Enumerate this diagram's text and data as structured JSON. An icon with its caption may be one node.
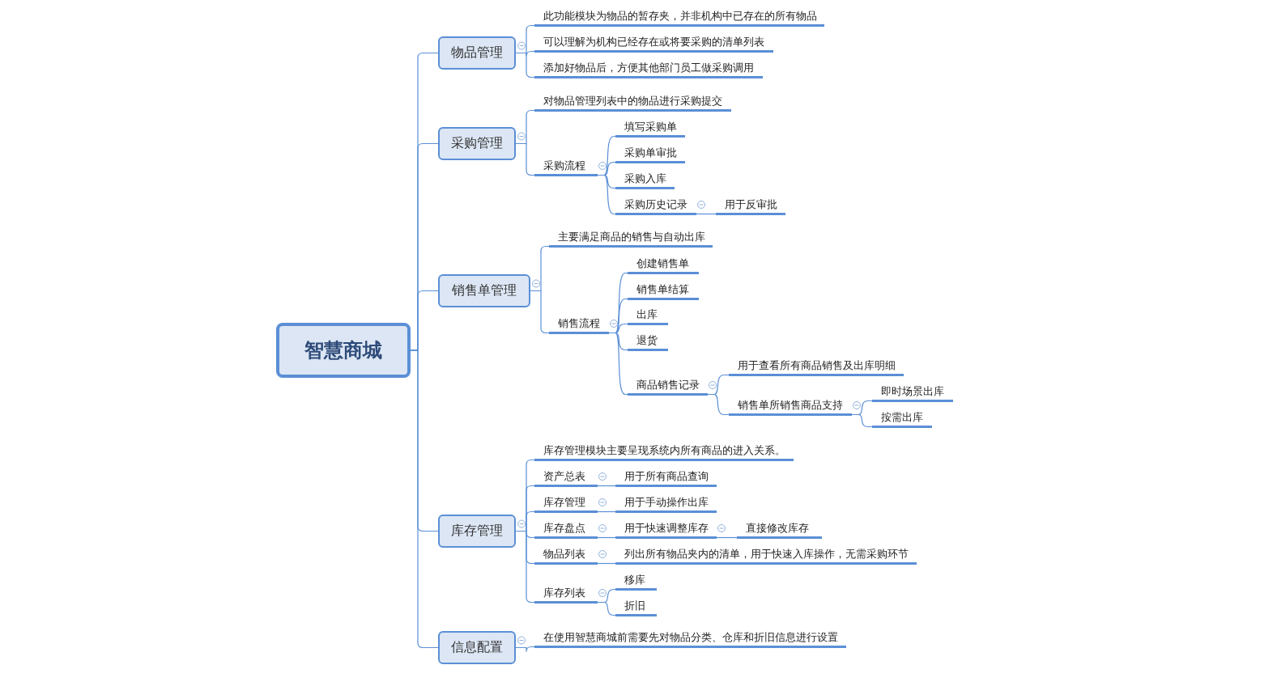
{
  "diagram": {
    "nodes": [
      {
        "text": [
          "智慧商城"
        ]
      },
      {
        "text": [
          "物品管理"
        ]
      },
      {
        "text": [
          "此功能模块为物品的暂存夹，并非机构中已存在的所有物品"
        ]
      },
      {
        "text": [
          "可以理解为机构已经存在或将要采购的清单列表"
        ]
      },
      {
        "text": [
          "添加好物品后，方便其他部门员工做采购调用"
        ]
      },
      {
        "text": [
          "采购管理"
        ]
      },
      {
        "text": [
          "对物品管理列表中的物品进行采购提交"
        ]
      },
      {
        "text": [
          "采购流程"
        ]
      },
      {
        "text": [
          "填写采购单"
        ]
      },
      {
        "text": [
          "采购单审批"
        ]
      },
      {
        "text": [
          "采购入库"
        ]
      },
      {
        "text": [
          "采购历史记录"
        ]
      },
      {
        "text": [
          "用于反审批"
        ]
      },
      {
        "text": [
          "销售单管理"
        ]
      },
      {
        "text": [
          "主要满足商品的销售与自动出库"
        ]
      },
      {
        "text": [
          "销售流程"
        ]
      },
      {
        "text": [
          "创建销售单"
        ]
      },
      {
        "text": [
          "销售单结算"
        ]
      },
      {
        "text": [
          "出库"
        ]
      },
      {
        "text": [
          "退货"
        ]
      },
      {
        "text": [
          "商品销售记录"
        ]
      },
      {
        "text": [
          "用于查看所有商品销售及出库明细"
        ]
      },
      {
        "text": [
          "销售单所销售商品支持"
        ]
      },
      {
        "text": [
          "即时场景出库"
        ]
      },
      {
        "text": [
          "按需出库"
        ]
      },
      {
        "text": [
          "库存管理"
        ]
      },
      {
        "text": [
          "库存管理模块主要呈现系统内所有商品的进入关系。"
        ]
      },
      {
        "text": [
          "资产总表"
        ]
      },
      {
        "text": [
          "用于所有商品查询"
        ]
      },
      {
        "text": [
          "库存管理"
        ]
      },
      {
        "text": [
          "用于手动操作出库"
        ]
      },
      {
        "text": [
          "库存盘点"
        ]
      },
      {
        "text": [
          "用于快速调整库存"
        ]
      },
      {
        "text": [
          "直接修改库存"
        ]
      },
      {
        "text": [
          "物品列表"
        ]
      },
      {
        "text": [
          "列出所有物品夹内的清单，用于快速入库操作，无需采购环节"
        ]
      },
      {
        "text": [
          "库存列表"
        ]
      },
      {
        "text": [
          "移库"
        ]
      },
      {
        "text": [
          "折旧"
        ]
      },
      {
        "text": [
          "信息配置"
        ]
      },
      {
        "text": [
          "在使用智慧商城前需要先对物品分类、仓库和折旧信息进行设置"
        ]
      }
    ],
    "edges": [
      {
        "from": 0,
        "to": 1,
        "arrow": "none"
      },
      {
        "from": 0,
        "to": 5,
        "arrow": "none"
      },
      {
        "from": 0,
        "to": 13,
        "arrow": "none"
      },
      {
        "from": 0,
        "to": 25,
        "arrow": "none"
      },
      {
        "from": 0,
        "to": 39,
        "arrow": "none"
      },
      {
        "from": 1,
        "to": 2,
        "arrow": "none"
      },
      {
        "from": 1,
        "to": 3,
        "arrow": "none"
      },
      {
        "from": 1,
        "to": 4,
        "arrow": "none"
      },
      {
        "from": 5,
        "to": 6,
        "arrow": "none"
      },
      {
        "from": 5,
        "to": 7,
        "arrow": "none"
      },
      {
        "from": 7,
        "to": 8,
        "arrow": "none"
      },
      {
        "from": 7,
        "to": 9,
        "arrow": "none"
      },
      {
        "from": 7,
        "to": 10,
        "arrow": "none"
      },
      {
        "from": 7,
        "to": 11,
        "arrow": "none"
      },
      {
        "from": 11,
        "to": 12,
        "arrow": "none"
      },
      {
        "from": 13,
        "to": 14,
        "arrow": "none"
      },
      {
        "from": 13,
        "to": 15,
        "arrow": "none"
      },
      {
        "from": 15,
        "to": 16,
        "arrow": "none"
      },
      {
        "from": 15,
        "to": 17,
        "arrow": "none"
      },
      {
        "from": 15,
        "to": 18,
        "arrow": "none"
      },
      {
        "from": 15,
        "to": 19,
        "arrow": "none"
      },
      {
        "from": 15,
        "to": 20,
        "arrow": "none"
      },
      {
        "from": 20,
        "to": 21,
        "arrow": "none"
      },
      {
        "from": 20,
        "to": 22,
        "arrow": "none"
      },
      {
        "from": 22,
        "to": 23,
        "arrow": "none"
      },
      {
        "from": 22,
        "to": 24,
        "arrow": "none"
      },
      {
        "from": 25,
        "to": 26,
        "arrow": "none"
      },
      {
        "from": 25,
        "to": 27,
        "arrow": "none"
      },
      {
        "from": 25,
        "to": 29,
        "arrow": "none"
      },
      {
        "from": 25,
        "to": 31,
        "arrow": "none"
      },
      {
        "from": 25,
        "to": 34,
        "arrow": "none"
      },
      {
        "from": 25,
        "to": 36,
        "arrow": "none"
      },
      {
        "from": 27,
        "to": 28,
        "arrow": "none"
      },
      {
        "from": 29,
        "to": 30,
        "arrow": "none"
      },
      {
        "from": 31,
        "to": 32,
        "arrow": "none"
      },
      {
        "from": 32,
        "to": 33,
        "arrow": "none"
      },
      {
        "from": 34,
        "to": 35,
        "arrow": "none"
      },
      {
        "from": 36,
        "to": 37,
        "arrow": "none"
      },
      {
        "from": 36,
        "to": 38,
        "arrow": "none"
      },
      {
        "from": 39,
        "to": 40,
        "arrow": "none"
      }
    ]
  }
}
